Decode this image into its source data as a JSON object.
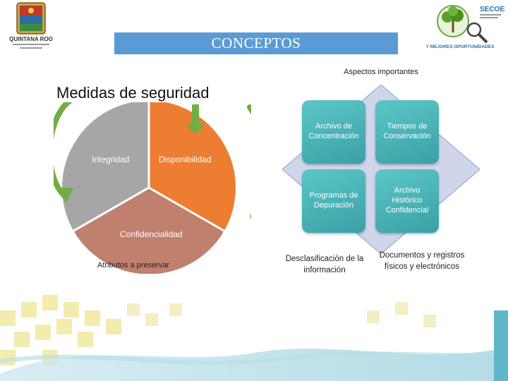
{
  "header": {
    "title": "CONCEPTOS",
    "logo_left_text": "QUINTANA ROO",
    "logo_right_text": "SECOES",
    "logo_right_slogan": "MÁS Y MEJORES OPORTUNIDADES"
  },
  "subtitle": "Aspectos importantes",
  "pie": {
    "heading": "Medidas de seguridad",
    "segments": [
      {
        "label": "Integridad",
        "color": "#a6a6a6"
      },
      {
        "label": "Disponibilidad",
        "color": "#ed7d31"
      },
      {
        "label": "Confidencialidad",
        "color": "#c0806e"
      }
    ],
    "caption": "Atributos a preservar",
    "arrow_color": "#70ad47"
  },
  "matrix": {
    "cells": [
      "Archivo de Concentración",
      "Tiempos de Conservación",
      "Programas de Depuración",
      "Archivo Histórico Confidencial"
    ],
    "diamond_color": "#cfd6ea",
    "captions": [
      "Desclasificación de la información",
      "Documentos y registros físicos y electrónicos"
    ]
  }
}
